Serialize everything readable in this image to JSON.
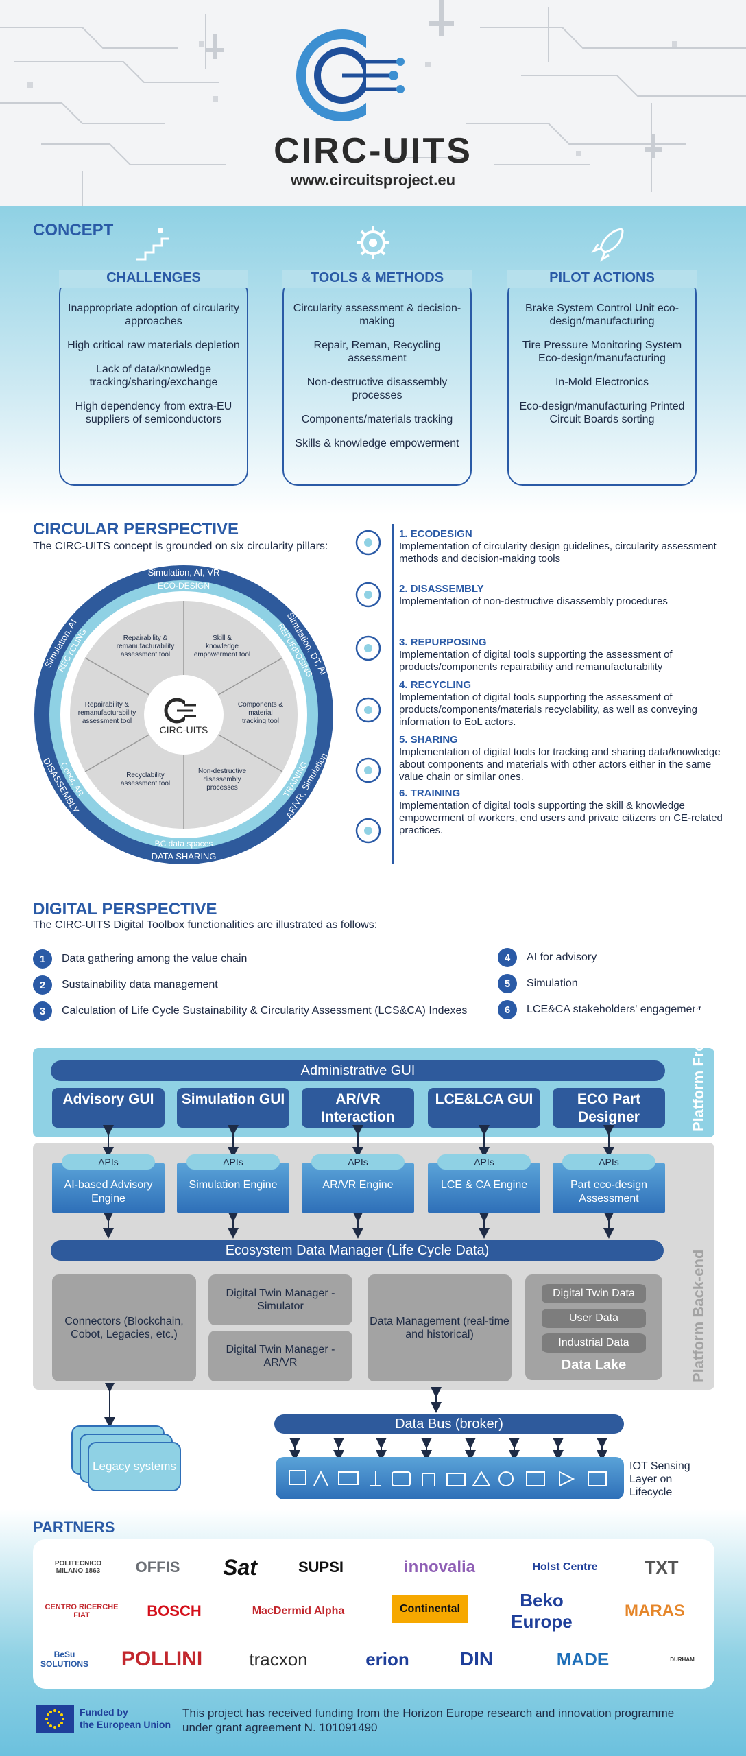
{
  "header": {
    "brand": "CIRC-UITS",
    "site": "www.circuitsproject.eu"
  },
  "concept": {
    "title": "CONCEPT",
    "pillars": [
      {
        "title": "CHALLENGES",
        "items": [
          "Inappropriate adoption of circularity approaches",
          "High critical raw materials depletion",
          "Lack of data/knowledge tracking/sharing/exchange",
          "High dependency from extra-EU suppliers of semiconductors"
        ]
      },
      {
        "title": "TOOLS & METHODS",
        "items": [
          "Circularity assessment & decision-making",
          "Repair, Reman, Recycling assessment",
          "Non-destructive disassembly processes",
          "Components/materials tracking",
          "Skills & knowledge empowerment"
        ]
      },
      {
        "title": "PILOT ACTIONS",
        "items": [
          "Brake System Control Unit eco-design/manufacturing",
          "Tire Pressure Monitoring System Eco-design/manufacturing",
          "In-Mold Electronics",
          "Eco-design/manufacturing Printed Circuit Boards sorting"
        ]
      }
    ]
  },
  "circular": {
    "title": "CIRCULAR PERSPECTIVE",
    "subtitle": "The CIRC-UITS concept is grounded on six circularity pillars:",
    "wheel": {
      "center": "CIRC-UITS",
      "segments": [
        "Repairability & remanufacturability assessment tool",
        "Repairability & remanufacturability assessment tool",
        "Skill & knowledge empowerment tool",
        "Components & material tracking tool",
        "Non-destructive disassembly processes",
        "Recyclability assessment tool"
      ],
      "outer_labels": [
        "Simulation, AI, VR",
        "ECO-DESIGN",
        "Simulation, DT, AI",
        "REPURPOSING",
        "AR/VR, Simulation",
        "TRAINING",
        "DATA SHARING",
        "BC data spaces",
        "DISASSEMBLY",
        "Cobot, AR",
        "Simulation, AI",
        "RECYCLING"
      ]
    },
    "items": [
      {
        "heading": "1. ECODESIGN",
        "text": "Implementation of circularity design guidelines, circularity assessment methods and decision-making tools",
        "icon": "globe-leaf-icon"
      },
      {
        "heading": "2. DISASSEMBLY",
        "text": "Implementation of non-destructive disassembly procedures",
        "icon": "cubes-icon"
      },
      {
        "heading": "3. REPURPOSING",
        "text": "Implementation of digital tools supporting the assessment of products/components repairability and remanufacturability",
        "icon": "gear-wrench-icon"
      },
      {
        "heading": "4. RECYCLING",
        "text": "Implementation of digital tools supporting the assessment of products/components/materials recyclability, as well as conveying information to EoL actors.",
        "icon": "recycle-icon"
      },
      {
        "heading": "5. SHARING",
        "text": "Implementation of digital tools for tracking and sharing data/knowledge about components and materials with other actors either in the same value chain or similar ones.",
        "icon": "network-icon"
      },
      {
        "heading": "6. TRAINING",
        "text": "Implementation of digital tools supporting the skill & knowledge empowerment of workers, end users and private citizens on CE-related practices.",
        "icon": "lightbulb-icon"
      }
    ]
  },
  "digital": {
    "title": "DIGITAL PERSPECTIVE",
    "subtitle": "The CIRC-UITS Digital Toolbox functionalities are illustrated as follows:",
    "left_items": [
      {
        "num": "1",
        "text": "Data gathering among the value chain"
      },
      {
        "num": "2",
        "text": "Sustainability data management"
      },
      {
        "num": "3",
        "text": "Calculation of Life Cycle Sustainability & Circularity Assessment (LCS&CA) Indexes"
      }
    ],
    "right_items": [
      {
        "num": "4",
        "text": "AI for advisory"
      },
      {
        "num": "5",
        "text": "Simulation"
      },
      {
        "num": "6",
        "text": "LCE&CA stakeholders' engagement"
      }
    ]
  },
  "architecture": {
    "front_label": "Platform Front-End",
    "back_label": "Platform Back-end",
    "admin_gui": "Administrative GUI",
    "guis": [
      "Advisory GUI",
      "Simulation GUI",
      "AR/VR Interaction",
      "LCE&LCA GUI",
      "ECO Part Designer"
    ],
    "api_label": "APIs",
    "engines": [
      "AI-based Advisory Engine",
      "Simulation Engine",
      "AR/VR Engine",
      "LCE & CA Engine",
      "Part eco-design Assessment"
    ],
    "ecosystem": "Ecosystem Data Manager (Life Cycle Data)",
    "connectors": "Connectors (Blockchain, Cobot, Legacies, etc.)",
    "dt_sim": "Digital Twin Manager - Simulator",
    "dt_arvr": "Digital Twin Manager - AR/VR",
    "data_mgmt": "Data Management (real-time and historical)",
    "lake_rows": [
      "Digital Twin Data",
      "User Data",
      "Industrial Data"
    ],
    "lake_title": "Data Lake",
    "legacy": "Legacy systems",
    "data_bus": "Data Bus (broker)",
    "iot": "IOT Sensing Layer on Lifecycle"
  },
  "partners": {
    "title": "PARTNERS",
    "logos": [
      "POLITECNICO MILANO 1863",
      "OFFIS",
      "Sat",
      "SUPSI",
      "innovalia",
      "Holst Centre",
      "TXT",
      "CENTRO RICERCHE FIAT",
      "BOSCH",
      "MacDermid Alpha",
      "Continental",
      "Beko Europe",
      "MARAS",
      "BeSu SOLUTIONS",
      "POLLINI",
      "tracxon",
      "erion",
      "DIN",
      "MADE",
      "DURHAM"
    ]
  },
  "footer": {
    "eu_label_line1": "Funded by",
    "eu_label_line2": "the European Union",
    "funding": "This project has received funding from the Horizon Europe research and innovation programme under grant agreement N. 101091490"
  },
  "colors": {
    "primary": "#2a5aa6",
    "light": "#8fd1e4",
    "grey": "#a3a3a3"
  }
}
